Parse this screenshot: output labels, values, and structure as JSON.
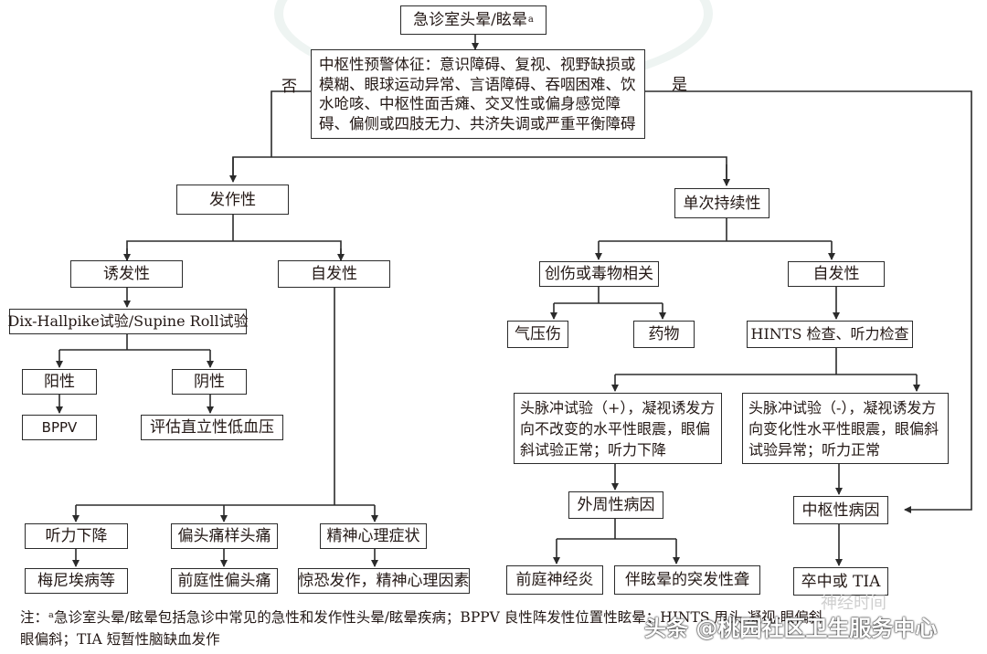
{
  "nodes": {
    "root": {
      "text": "急诊室头晕/眩晕",
      "sup": "a"
    },
    "central_signs": {
      "text": "中枢性预警体征：意识障碍、复视、视野缺损或模糊、眼球运动异常、言语障碍、吞咽困难、饮水呛咳、中枢性面舌瘫、交叉性或偏身感觉障碍、偏侧或四肢无力、共济失调或严重平衡障碍"
    },
    "episodic": {
      "text": "发作性"
    },
    "single_persistent": {
      "text": "单次持续性"
    },
    "triggered": {
      "text": "诱发性"
    },
    "spontaneous_left": {
      "text": "自发性"
    },
    "dix_test": {
      "text": "Dix-Hallpike试验/Supine Roll试验"
    },
    "positive": {
      "text": "阳性"
    },
    "negative": {
      "text": "阴性"
    },
    "bppv": {
      "text": "BPPV"
    },
    "orthostatic": {
      "text": "评估直立性低血压"
    },
    "trauma_toxic": {
      "text": "创伤或毒物相关"
    },
    "spontaneous_right": {
      "text": "自发性"
    },
    "barotrauma": {
      "text": "气压伤"
    },
    "drugs": {
      "text": "药物"
    },
    "hints": {
      "text": "HINTS 检查、听力检查"
    },
    "hit_positive": {
      "text": "头脉冲试验（+），凝视诱发方向不改变的水平性眼震，眼偏斜试验正常；听力下降"
    },
    "hit_negative": {
      "text": "头脉冲试验（-），凝视诱发方向变化性水平性眼震，眼偏斜试验异常；听力正常"
    },
    "peripheral": {
      "text": "外周性病因"
    },
    "central_cause": {
      "text": "中枢性病因"
    },
    "hearing_loss": {
      "text": "听力下降"
    },
    "migraine_like": {
      "text": "偏头痛样头痛"
    },
    "psych": {
      "text": "精神心理症状"
    },
    "meniere": {
      "text": "梅尼埃病等"
    },
    "vestibular_migraine": {
      "text": "前庭性偏头痛"
    },
    "panic": {
      "text": "惊恐发作，精神心理因素"
    },
    "vestibular_neuritis": {
      "text": "前庭神经炎"
    },
    "sudden_deafness": {
      "text": "伴眩晕的突发性聋"
    },
    "stroke_tia": {
      "text": "卒中或 TIA"
    }
  },
  "edge_labels": {
    "no": "否",
    "yes": "是"
  },
  "footnote": {
    "line1": "注：ᵃ急诊室头晕/眩晕包括急诊中常见的急性和发作性头晕/眩晕疾病；BPPV 良性阵发性位置性眩晕；HINTS 甩头-凝视-眼偏斜",
    "line2": "眼偏斜；TIA 短暂性脑缺血发作"
  },
  "watermark": {
    "text": "头条 @桃园社区卫生服务中心",
    "logo": "神经时间"
  },
  "colors": {
    "line": "#2b2b2b",
    "text": "#231815",
    "watermark_bg": "#eef3f1"
  }
}
